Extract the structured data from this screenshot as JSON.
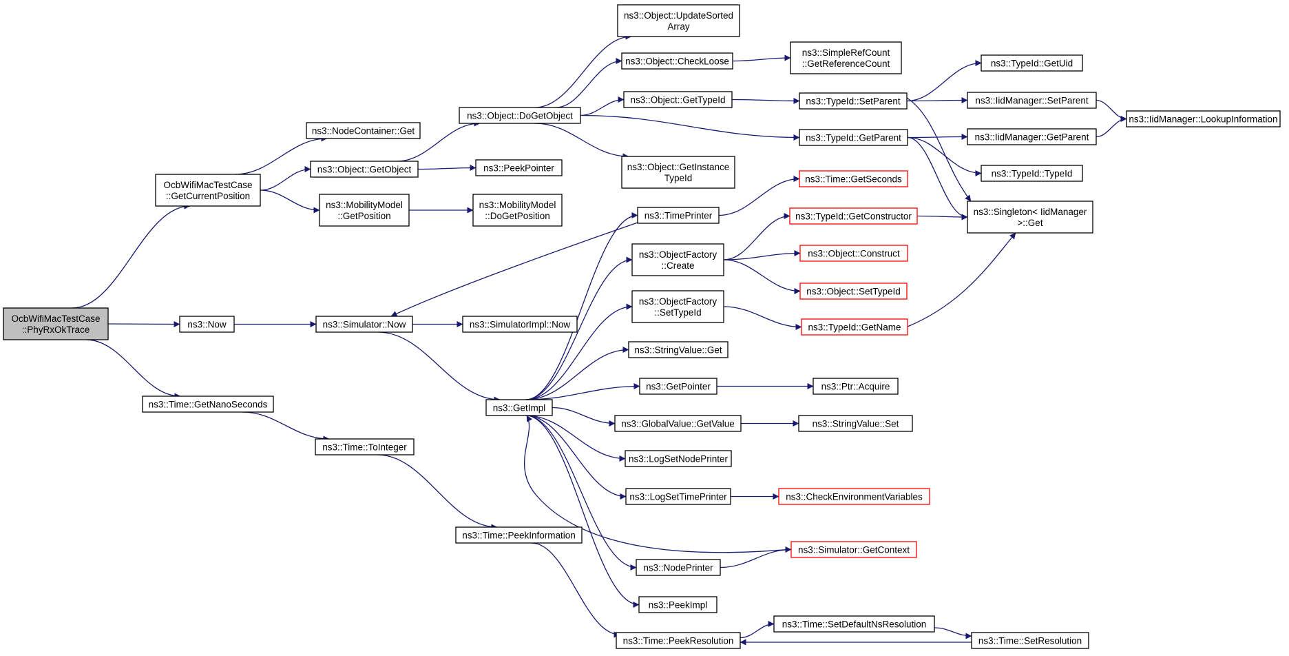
{
  "graph": {
    "nodes": [
      {
        "id": "root",
        "lines": [
          "OcbWifiMacTestCase",
          "::PhyRxOkTrace"
        ],
        "style": "root"
      },
      {
        "id": "getCurrentPosition",
        "lines": [
          "OcbWifiMacTestCase",
          "::GetCurrentPosition"
        ]
      },
      {
        "id": "now",
        "lines": [
          "ns3::Now"
        ]
      },
      {
        "id": "getNanoSeconds",
        "lines": [
          "ns3::Time::GetNanoSeconds"
        ]
      },
      {
        "id": "nodeContainerGet",
        "lines": [
          "ns3::NodeContainer::Get"
        ]
      },
      {
        "id": "getObject",
        "lines": [
          "ns3::Object::GetObject"
        ]
      },
      {
        "id": "mobilityGetPosition",
        "lines": [
          "ns3::MobilityModel",
          "::GetPosition"
        ]
      },
      {
        "id": "simulatorNow",
        "lines": [
          "ns3::Simulator::Now"
        ]
      },
      {
        "id": "toInteger",
        "lines": [
          "ns3::Time::ToInteger"
        ]
      },
      {
        "id": "doGetObject",
        "lines": [
          "ns3::Object::DoGetObject"
        ]
      },
      {
        "id": "peekPointer",
        "lines": [
          "ns3::PeekPointer"
        ]
      },
      {
        "id": "doGetPosition",
        "lines": [
          "ns3::MobilityModel",
          "::DoGetPosition"
        ]
      },
      {
        "id": "simImplNow",
        "lines": [
          "ns3::SimulatorImpl::Now"
        ]
      },
      {
        "id": "getImpl",
        "lines": [
          "ns3::GetImpl"
        ]
      },
      {
        "id": "peekInformation",
        "lines": [
          "ns3::Time::PeekInformation"
        ]
      },
      {
        "id": "updateSortedArray",
        "lines": [
          "ns3::Object::UpdateSorted",
          "Array"
        ]
      },
      {
        "id": "checkLoose",
        "lines": [
          "ns3::Object::CheckLoose"
        ]
      },
      {
        "id": "getTypeId",
        "lines": [
          "ns3::Object::GetTypeId"
        ]
      },
      {
        "id": "getInstanceTypeId",
        "lines": [
          "ns3::Object::GetInstance",
          "TypeId"
        ]
      },
      {
        "id": "timePrinter",
        "lines": [
          "ns3::TimePrinter"
        ]
      },
      {
        "id": "ofCreate",
        "lines": [
          "ns3::ObjectFactory",
          "::Create"
        ]
      },
      {
        "id": "ofSetTypeId",
        "lines": [
          "ns3::ObjectFactory",
          "::SetTypeId"
        ]
      },
      {
        "id": "stringValueGet",
        "lines": [
          "ns3::StringValue::Get"
        ]
      },
      {
        "id": "getPointer",
        "lines": [
          "ns3::GetPointer"
        ]
      },
      {
        "id": "gvGetValue",
        "lines": [
          "ns3::GlobalValue::GetValue"
        ]
      },
      {
        "id": "logSetNodePrinter",
        "lines": [
          "ns3::LogSetNodePrinter"
        ]
      },
      {
        "id": "logSetTimePrinter",
        "lines": [
          "ns3::LogSetTimePrinter"
        ]
      },
      {
        "id": "nodePrinter",
        "lines": [
          "ns3::NodePrinter"
        ]
      },
      {
        "id": "peekImpl",
        "lines": [
          "ns3::PeekImpl"
        ]
      },
      {
        "id": "peekResolution",
        "lines": [
          "ns3::Time::PeekResolution"
        ]
      },
      {
        "id": "getReferenceCount",
        "lines": [
          "ns3::SimpleRefCount",
          "::GetReferenceCount"
        ]
      },
      {
        "id": "typeIdSetParent",
        "lines": [
          "ns3::TypeId::SetParent"
        ]
      },
      {
        "id": "typeIdGetParent",
        "lines": [
          "ns3::TypeId::GetParent"
        ]
      },
      {
        "id": "timeGetSeconds",
        "lines": [
          "ns3::Time::GetSeconds"
        ],
        "style": "trunc"
      },
      {
        "id": "getConstructor",
        "lines": [
          "ns3::TypeId::GetConstructor"
        ],
        "style": "trunc"
      },
      {
        "id": "objectConstruct",
        "lines": [
          "ns3::Object::Construct"
        ],
        "style": "trunc"
      },
      {
        "id": "objectSetTypeId",
        "lines": [
          "ns3::Object::SetTypeId"
        ],
        "style": "trunc"
      },
      {
        "id": "typeIdGetName",
        "lines": [
          "ns3::TypeId::GetName"
        ],
        "style": "trunc"
      },
      {
        "id": "ptrAcquire",
        "lines": [
          "ns3::Ptr::Acquire"
        ]
      },
      {
        "id": "stringValueSet",
        "lines": [
          "ns3::StringValue::Set"
        ]
      },
      {
        "id": "checkEnvVars",
        "lines": [
          "ns3::CheckEnvironmentVariables"
        ],
        "style": "trunc"
      },
      {
        "id": "simGetContext",
        "lines": [
          "ns3::Simulator::GetContext"
        ],
        "style": "trunc"
      },
      {
        "id": "setDefaultNsRes",
        "lines": [
          "ns3::Time::SetDefaultNsResolution"
        ]
      },
      {
        "id": "typeIdGetUid",
        "lines": [
          "ns3::TypeId::GetUid"
        ]
      },
      {
        "id": "iidSetParent",
        "lines": [
          "ns3::IidManager::SetParent"
        ]
      },
      {
        "id": "iidGetParent",
        "lines": [
          "ns3::IidManager::GetParent"
        ]
      },
      {
        "id": "typeIdTypeId",
        "lines": [
          "ns3::TypeId::TypeId"
        ]
      },
      {
        "id": "singletonGet",
        "lines": [
          "ns3::Singleton< IidManager",
          " >::Get"
        ]
      },
      {
        "id": "setResolution",
        "lines": [
          "ns3::Time::SetResolution"
        ]
      },
      {
        "id": "lookupInformation",
        "lines": [
          "ns3::IidManager::LookupInformation"
        ]
      }
    ]
  }
}
